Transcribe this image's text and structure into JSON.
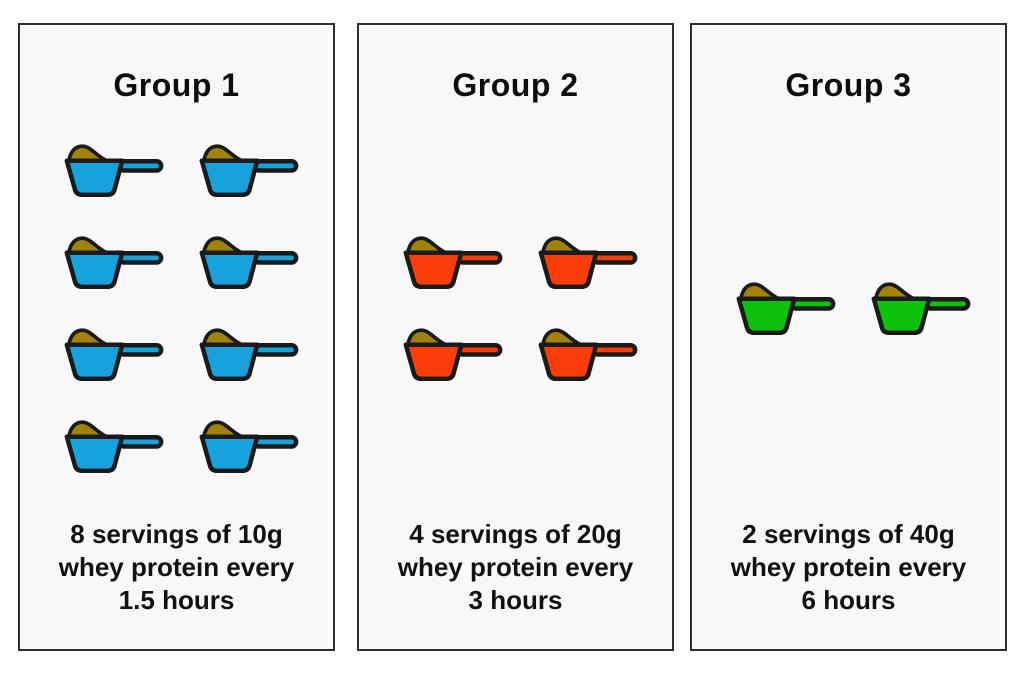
{
  "figure": {
    "description": "Comparison of whey protein serving schedules across three groups",
    "page_background": "#ffffff",
    "panel_background": "#f8f8f8",
    "panel_border_color": "#2d2d2d",
    "text_color": "#111111"
  },
  "scoop_icon": {
    "name": "protein-scoop-icon",
    "powder_color": "#A28209",
    "outline_color": "#1a1a1a"
  },
  "panels": [
    {
      "title": "Group 1",
      "scoop_color": "#17A2DC",
      "scoop_count": 8,
      "scoops_per_row": 2,
      "caption_lines": [
        "8 servings of 10g",
        "whey protein every",
        "1.5 hours"
      ]
    },
    {
      "title": "Group 2",
      "scoop_color": "#FB3D08",
      "scoop_count": 4,
      "scoops_per_row": 2,
      "caption_lines": [
        "4 servings of 20g",
        "whey protein every",
        "3 hours"
      ]
    },
    {
      "title": "Group 3",
      "scoop_color": "#0CC30C",
      "scoop_count": 2,
      "scoops_per_row": 2,
      "caption_lines": [
        "2 servings of 40g",
        "whey protein every",
        "6 hours"
      ]
    }
  ]
}
